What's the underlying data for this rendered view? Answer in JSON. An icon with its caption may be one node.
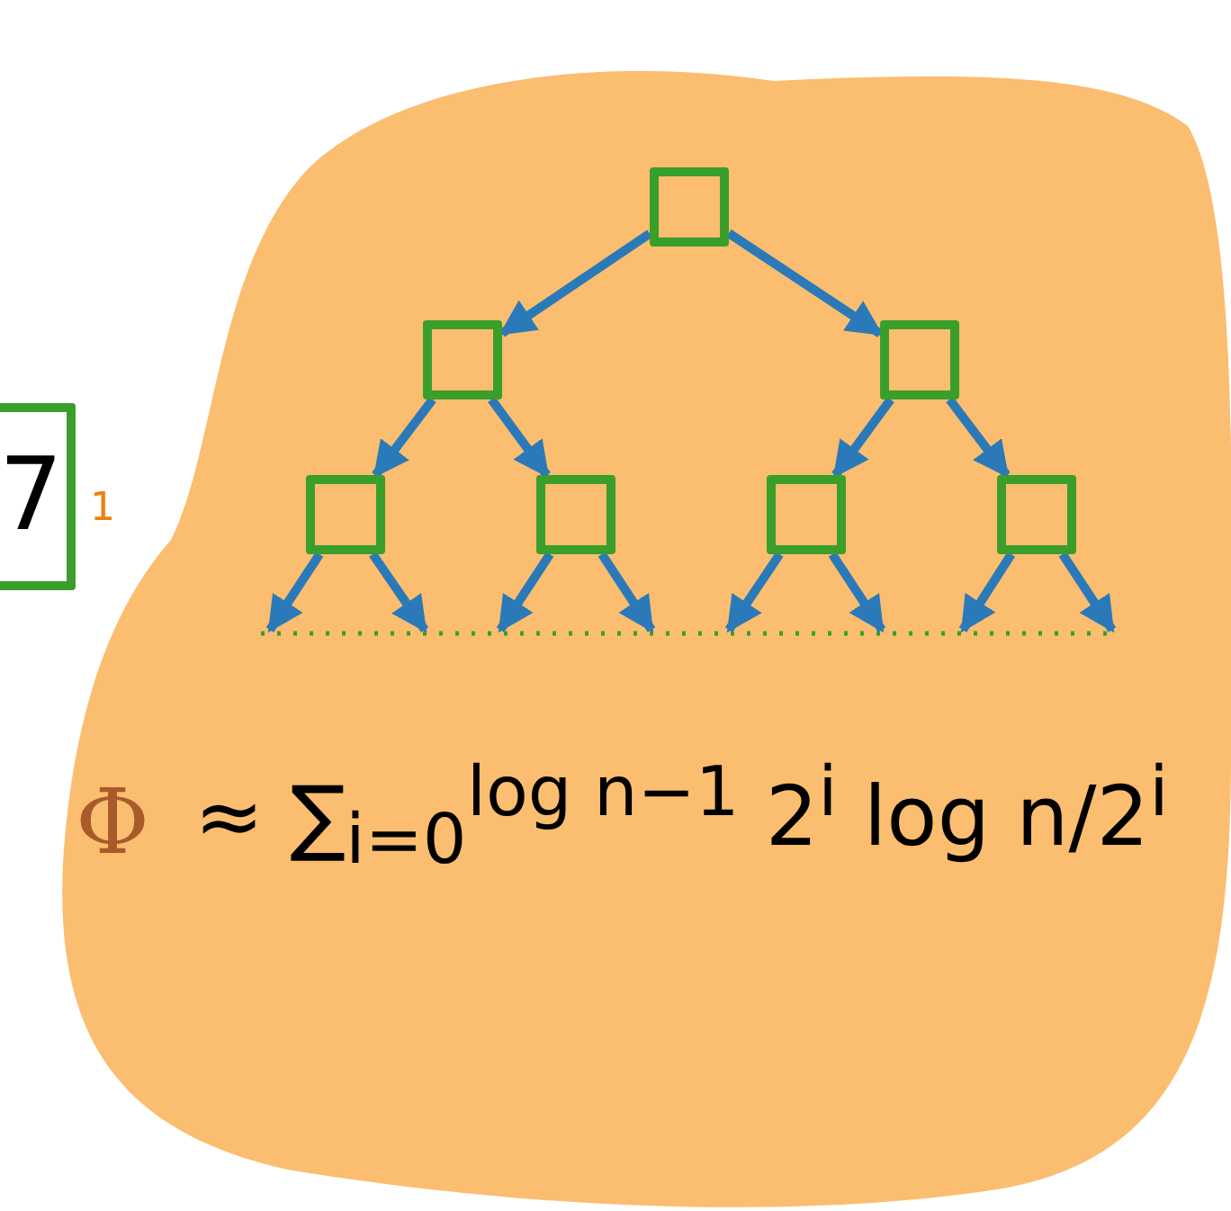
{
  "diagram": {
    "nodes": [
      {
        "text": [
          "7"
        ],
        "beside": [
          "1"
        ]
      },
      {
        "text": [],
        "shape": "box"
      },
      {
        "text": [],
        "shape": "box"
      },
      {
        "text": [],
        "shape": "box"
      },
      {
        "text": [],
        "shape": "box"
      },
      {
        "text": [],
        "shape": "box"
      },
      {
        "text": [],
        "shape": "box"
      },
      {
        "text": [],
        "shape": "box"
      }
    ],
    "edges": [
      {
        "from": 1,
        "to": 2,
        "arrow": "to"
      },
      {
        "from": 1,
        "to": 3,
        "arrow": "to"
      },
      {
        "from": 2,
        "to": 4,
        "arrow": "to"
      },
      {
        "from": 2,
        "to": 5,
        "arrow": "to"
      },
      {
        "from": 3,
        "to": 6,
        "arrow": "to"
      },
      {
        "from": 3,
        "to": 7,
        "arrow": "to"
      },
      {
        "from": 4,
        "to": null,
        "arrow": "to"
      },
      {
        "from": 4,
        "to": null,
        "arrow": "to"
      },
      {
        "from": 5,
        "to": null,
        "arrow": "to"
      },
      {
        "from": 5,
        "to": null,
        "arrow": "to"
      },
      {
        "from": 6,
        "to": null,
        "arrow": "to"
      },
      {
        "from": 6,
        "to": null,
        "arrow": "to"
      },
      {
        "from": 7,
        "to": null,
        "arrow": "to"
      },
      {
        "from": 7,
        "to": null,
        "arrow": "to"
      }
    ],
    "labels": [
      "Φ",
      "≈ ∑$_{i=0}$$^{log n−1}$ 2$^{i}$ log n/2$^{i}$"
    ]
  }
}
